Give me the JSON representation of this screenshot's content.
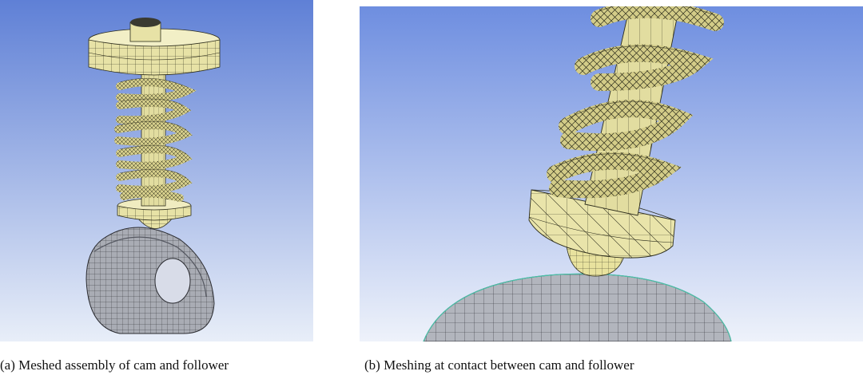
{
  "figure": {
    "panels": [
      {
        "id": "a",
        "caption": "(a) Meshed assembly of cam and follower",
        "background_top": "#5f80d6",
        "background_bottom": "#e8eef8"
      },
      {
        "id": "b",
        "caption": "(b) Meshing at contact between cam and follower",
        "background_top": "#6e8ee0",
        "background_bottom": "#eef2fa"
      }
    ],
    "colors": {
      "part_yellow": "#e7e2a6",
      "part_yellow_dark": "#b9b274",
      "mesh_line": "#2d2d1c",
      "cam_gray": "#a9acb4",
      "cam_gray_dark": "#6e717a",
      "spring_yellow": "#d6cf8c"
    }
  }
}
